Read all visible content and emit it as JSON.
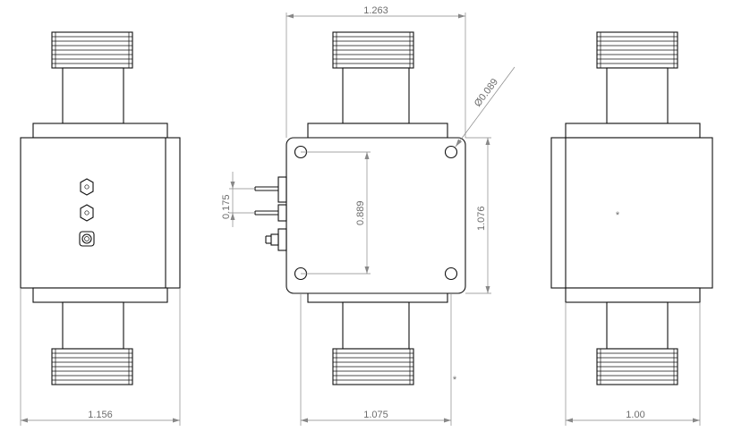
{
  "dimensions": {
    "left_view_width": "1.156",
    "top_overall_width": "1.263",
    "center_body_width": "1.075",
    "right_view_width": "1.00",
    "hole_diameter": "Ø0.089",
    "pin_spacing": "0.175",
    "hole_vertical_spacing": "0.889",
    "body_height": "1.076"
  },
  "marks": {
    "center_mark": "*"
  }
}
